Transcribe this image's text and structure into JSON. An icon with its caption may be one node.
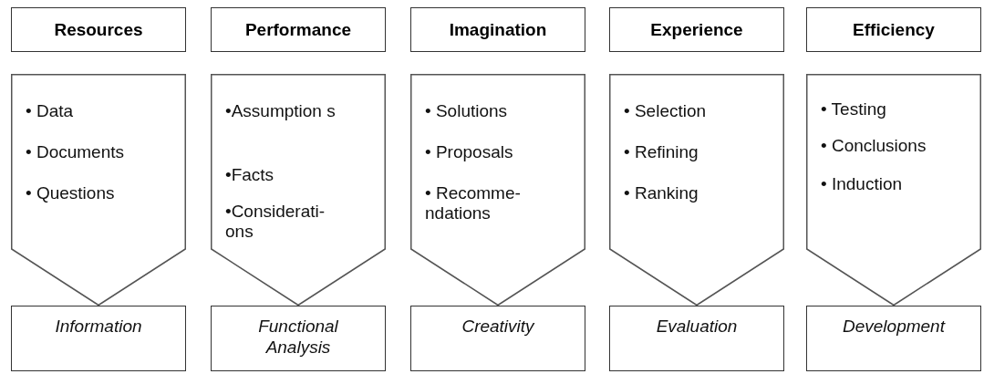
{
  "diagram": {
    "nodes": [
      {
        "text": [
          "Resources"
        ]
      },
      {
        "text": [
          "Performance"
        ]
      },
      {
        "text": [
          "Imagination"
        ]
      },
      {
        "text": [
          "Experience"
        ]
      },
      {
        "text": [
          "Efficiency"
        ]
      },
      {
        "text": [
          "• Data",
          "• Documents",
          "• Questions"
        ]
      },
      {
        "text": [
          "•Assumption s",
          "•Facts",
          "•Considerati- ons"
        ]
      },
      {
        "text": [
          "• Solutions",
          "• Proposals",
          "• Recomme- ndations"
        ]
      },
      {
        "text": [
          "• Selection",
          "• Refining",
          "• Ranking"
        ]
      },
      {
        "text": [
          "• Testing",
          "• Conclusions",
          "• Induction"
        ]
      },
      {
        "text": [
          "Information"
        ]
      },
      {
        "text": [
          "Functional Analysis"
        ]
      },
      {
        "text": [
          "Creativity"
        ]
      },
      {
        "text": [
          "Evaluation"
        ]
      },
      {
        "text": [
          "Development"
        ]
      }
    ]
  }
}
